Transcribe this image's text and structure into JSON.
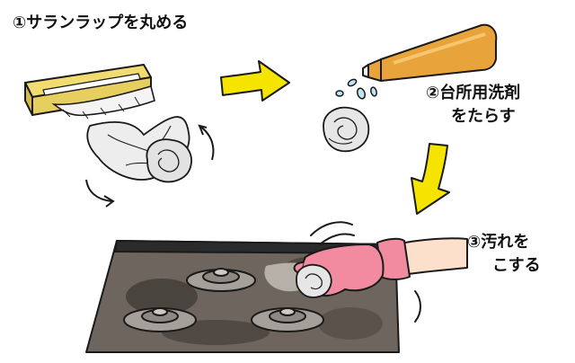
{
  "steps": {
    "step1": {
      "text": "①サランラップを丸める"
    },
    "step2": {
      "line1": "②台所用洗剤",
      "line2": "をたらす"
    },
    "step3": {
      "line1": "③汚れを",
      "line2": "こする"
    }
  },
  "colors": {
    "arrow": "#F4E400",
    "bottle": "#E8A33A",
    "glove": "#F28BA0",
    "wrap_box": "#E6CF5E",
    "stove": "#5E5852",
    "outline": "#1A1A1A"
  },
  "icons": {
    "wrap_box": "plastic-wrap-box-icon",
    "detergent": "detergent-bottle-icon",
    "glove": "rubber-glove-hand-icon",
    "stove": "gas-stove-icon"
  }
}
